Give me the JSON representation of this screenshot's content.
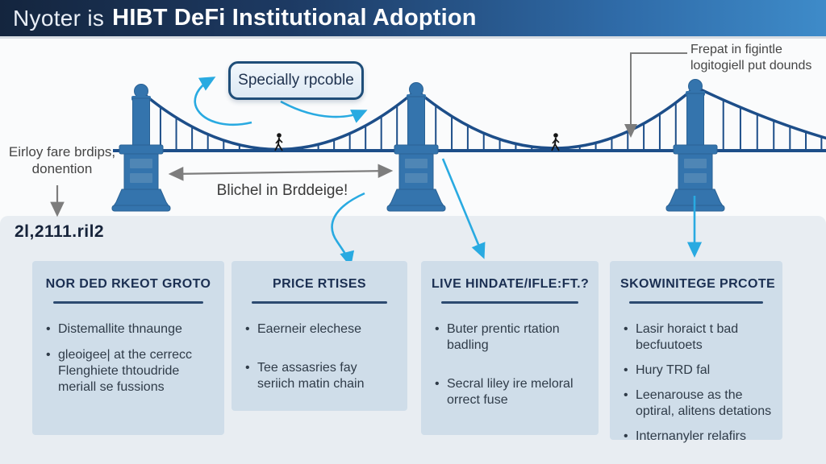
{
  "title": {
    "prefix": "Nyoter is",
    "main": "HIBT DeFi Institutional Adoption"
  },
  "callout_label": "Specially rpcoble",
  "notes": {
    "left": [
      "Eirloy fare brdips,",
      "donention"
    ],
    "right": [
      "Frepat in figintle",
      "logitogiell put dounds"
    ],
    "bridge_span_label": "Blichel in Brddeige!",
    "panel_code": "2l,2111.ril2"
  },
  "cards": [
    {
      "title": "NOR DED RKEOT GROTO",
      "bullets": [
        "Distemallite thnaunge",
        "gleoigee| at the cerrecc Flenghiete thtoudride meriall se fussions"
      ]
    },
    {
      "title": "PRICE RTISES",
      "bullets": [
        "Eaerneir elechese",
        "Tee assasries fay seriich matin chain"
      ]
    },
    {
      "title": "LIVE HINDATE/IFLE:FT.?",
      "bullets": [
        "Buter prentic rtation badling",
        "Secral liley ire meloral orrect fuse"
      ]
    },
    {
      "title": "SKOWINITEGE PRCOTE",
      "bullets": [
        "Lasir horaict t bad becfuutoets",
        "Hury TRD fal",
        "Leenarouse as the optiral, alitens detations",
        "Internanyler relafirs"
      ]
    }
  ],
  "colors": {
    "accent_cyan": "#29aae1",
    "bridge_blue": "#3474ad",
    "bridge_blue_light": "#4f86b5",
    "cable_navy": "#1d4e89",
    "gray_arrow": "#7d7d7d",
    "title_bar_left": "#14253e",
    "title_bar_right": "#3e8bc9",
    "card_bg": "#cfdde9",
    "panel_bg": "#e8edf2",
    "header_navy": "#1b2f52"
  }
}
